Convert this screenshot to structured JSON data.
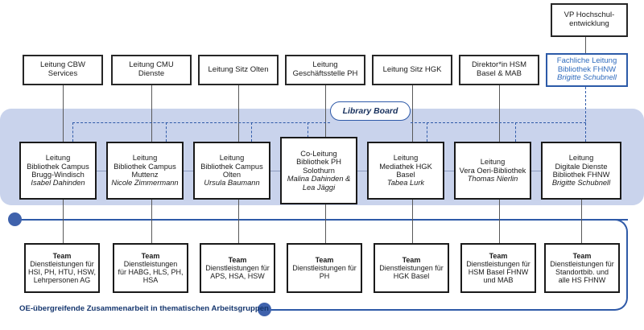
{
  "top": {
    "vp": {
      "lines": [
        "VP Hochschul-",
        "entwicklung"
      ]
    }
  },
  "tier1": [
    {
      "name": "leitung-cbw-services",
      "lines": [
        "Leitung CBW",
        "Services"
      ],
      "accent": false
    },
    {
      "name": "leitung-cmu-dienste",
      "lines": [
        "Leitung CMU",
        "Dienste"
      ],
      "accent": false
    },
    {
      "name": "leitung-sitz-olten",
      "lines": [
        "Leitung Sitz Olten"
      ],
      "accent": false
    },
    {
      "name": "leitung-geschaeftsstelle-ph",
      "lines": [
        "Leitung",
        "Geschäftsstelle PH"
      ],
      "accent": false
    },
    {
      "name": "leitung-sitz-hgk",
      "lines": [
        "Leitung Sitz HGK"
      ],
      "accent": false
    },
    {
      "name": "direktorin-hsm-basel-mab",
      "lines": [
        "Direktor*in HSM",
        "Basel & MAB"
      ],
      "accent": false
    },
    {
      "name": "fachliche-leitung-bibliothek-fhnw",
      "lines": [
        "Fachliche Leitung",
        "Bibliothek FHNW"
      ],
      "italic_lines": [
        "Brigitte Schubnell"
      ],
      "accent": true
    }
  ],
  "board": {
    "label": "Library Board"
  },
  "tier2": [
    {
      "name": "leitung-bibliothek-campus-brugg-windisch",
      "lines": [
        "Leitung",
        "Bibliothek Campus",
        "Brugg-Windisch"
      ],
      "italic_lines": [
        "Isabel Dahinden"
      ]
    },
    {
      "name": "leitung-bibliothek-campus-muttenz",
      "lines": [
        "Leitung",
        "Bibliothek Campus",
        "Muttenz"
      ],
      "italic_lines": [
        "Nicole Zimmermann"
      ]
    },
    {
      "name": "leitung-bibliothek-campus-olten",
      "lines": [
        "Leitung",
        "Bibliothek Campus",
        "Olten"
      ],
      "italic_lines": [
        "Ursula Baumann"
      ]
    },
    {
      "name": "co-leitung-bibliothek-ph-solothurn",
      "lines": [
        "Co-Leitung",
        "Bibliothek PH",
        "Solothurn"
      ],
      "italic_lines": [
        "Malina Dahinden &",
        "Lea Jäggi"
      ]
    },
    {
      "name": "leitung-mediathek-hgk-basel",
      "lines": [
        "Leitung",
        "Mediathek HGK",
        "Basel"
      ],
      "italic_lines": [
        "Tabea Lurk"
      ]
    },
    {
      "name": "leitung-vera-oeri-bibliothek",
      "lines": [
        "Leitung",
        "Vera Oeri-Bibliothek"
      ],
      "italic_lines": [
        "Thomas Nierlin"
      ]
    },
    {
      "name": "leitung-digitale-dienste-bibliothek-fhnw",
      "lines": [
        "Leitung",
        "Digitale Dienste",
        "Bibliothek FHNW"
      ],
      "italic_lines": [
        "Brigitte Schubnell"
      ]
    }
  ],
  "teams": [
    {
      "name": "team-hsi-ph-htu-hsw",
      "heading": "Team",
      "lines": [
        "Dienstleistungen für",
        "HSI, PH, HTU, HSW,",
        "Lehrpersonen AG"
      ]
    },
    {
      "name": "team-habg-hls-ph-hsa",
      "heading": "Team",
      "lines": [
        "Dienstleistungen",
        "für HABG, HLS, PH,",
        "HSA"
      ]
    },
    {
      "name": "team-aps-hsa-hsw",
      "heading": "Team",
      "lines": [
        "Dienstleistungen für",
        "APS, HSA, HSW"
      ]
    },
    {
      "name": "team-ph",
      "heading": "Team",
      "lines": [
        "Dienstleistungen für",
        "PH"
      ]
    },
    {
      "name": "team-hgk-basel",
      "heading": "Team",
      "lines": [
        "Dienstleistungen für",
        "HGK Basel"
      ]
    },
    {
      "name": "team-hsm-basel-fhnw-mab",
      "heading": "Team",
      "lines": [
        "Dienstleistungen für",
        "HSM Basel FHNW",
        "und MAB"
      ]
    },
    {
      "name": "team-standortbib-alle-hs-fhnw",
      "heading": "Team",
      "lines": [
        "Dienstleistungen für",
        "Standortbib. und",
        "alle HS FHNW"
      ]
    }
  ],
  "footer": {
    "label": "OE-übergreifende Zusammenarbeit in thematischen Arbeitsgruppen"
  },
  "colors": {
    "band": "#c9d3ec",
    "accent_blue": "#2f5aa8",
    "dot_blue": "#3f62ac",
    "box_border": "#1a1a1a"
  }
}
